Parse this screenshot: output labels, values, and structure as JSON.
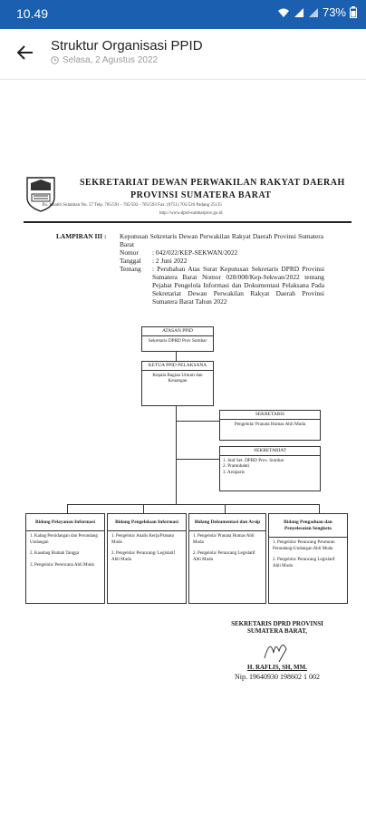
{
  "status_bar": {
    "time": "10.49",
    "battery": "73%"
  },
  "app_bar": {
    "title": "Struktur Organisasi PPID",
    "date": "Selasa, 2 Agustus 2022"
  },
  "letterhead": {
    "line1": "SEKRETARIAT DEWAN PERWAKILAN RAKYAT DAERAH",
    "line2": "PROVINSI SUMATERA BARAT",
    "address": "Jln. Khatib Sulaiman No. 57 Telp. 705/591 - 705/592 - 705/593 Fax. (0751) 705/526 Padang 25135",
    "website": "http://www.dprd-sumbarprov.go.id"
  },
  "lampiran": {
    "label": "LAMPIRAN III :",
    "keputusan": "Keputusan Sekretaris Dewan Perwakilan Rakyat Daerah Provinsi Sumatera Barat",
    "nomor_label": "Nomor",
    "nomor": ": 042/022/KEP-SEKWAN/2022",
    "tanggal_label": "Tanggal",
    "tanggal": ": 2 Juni 2022",
    "tentang_label": "Tentang",
    "tentang": ": Perubahan Atas Surat Keputusan Sekretaris DPRD Provinsi Sumatera Barat Nomor 028/008/Kep-Sekwan/2022 tentang Pejabat Pengelola Informasi dan Dokumentasi Pelaksana Pada Sekretariat Dewan Perwakilan Rakyat Daerah Provinsi Sumatera Barat Tahun 2022"
  },
  "org": {
    "atasan": {
      "title": "ATASAN PPID",
      "body": "Sekretaris DPRD Prov Sumbar"
    },
    "ketua": {
      "title": "KETUA PPID PELAKSANA",
      "body": "Kepala Bagian Umum dan Keuangan"
    },
    "sekretaris": {
      "title": "SEKRETARIS",
      "body": "Pengelola/ Pranata Humas Ahli Muda"
    },
    "sekretariat": {
      "title": "SEKRETARIAT",
      "items": [
        "1. Staf Set. DPRD Prov. Sumbar",
        "2. Pramubakti",
        "3. Arsiparis"
      ]
    },
    "departments": [
      {
        "title": "Bidang Pelayanan Informasi",
        "items": [
          "1. Kabag Persidangan dan Perundang Undangan",
          "2. Kasubag Rumah Tangga",
          "3. Pengelola/ Perencana Ahli Muda"
        ]
      },
      {
        "title": "Bidang Pengelolaan Informasi",
        "items": [
          "1. Pengelola/ Analis Kerja/Pranata Muda",
          "2. Pengelola/ Perancang/ Legislatif Ahli Muda"
        ]
      },
      {
        "title": "Bidang Dokumentasi dan Arsip",
        "items": [
          "1. Pengelola/ Pranata Humas Ahli Muda",
          "2. Pengelola/ Perancang Legislatif Ahli Muda"
        ]
      },
      {
        "title": "Bidang Pengaduan dan Penyelesaian Sengketa",
        "items": [
          "1. Pengelola/ Perancang Peraturan Perundang-Undangan Ahli Muda",
          "2. Pengelola/ Perancang Legislatif Ahli Muda"
        ]
      }
    ]
  },
  "signature": {
    "line1": "SEKRETARIS DPRD PROVINSI",
    "line2": "SUMATERA BARAT,",
    "name": "H. RAFLIS, SH, MM.",
    "nip": "Nip. 19640930 198602 1 002"
  }
}
